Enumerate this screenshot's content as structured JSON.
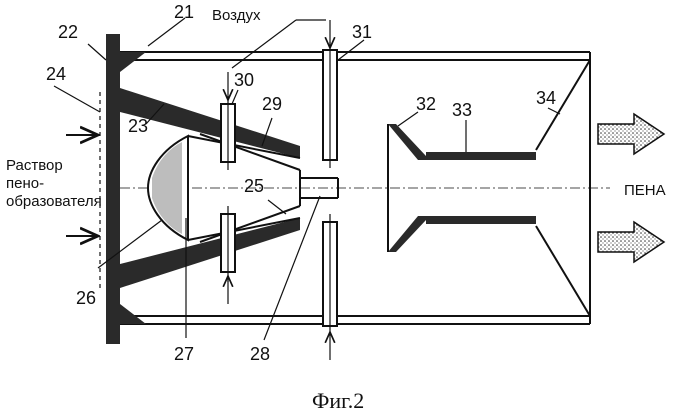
{
  "figure": {
    "caption": "Фиг.2",
    "text_labels": {
      "air": "Воздух",
      "solution_1": "Раствор",
      "solution_2": "пено-",
      "solution_3": "образователя",
      "foam": "ПЕНА"
    },
    "part_numbers": {
      "n21": "21",
      "n22": "22",
      "n23": "23",
      "n24": "24",
      "n25": "25",
      "n26": "26",
      "n27": "27",
      "n28": "28",
      "n29": "29",
      "n30": "30",
      "n31": "31",
      "n32": "32",
      "n33": "33",
      "n34": "34"
    }
  }
}
